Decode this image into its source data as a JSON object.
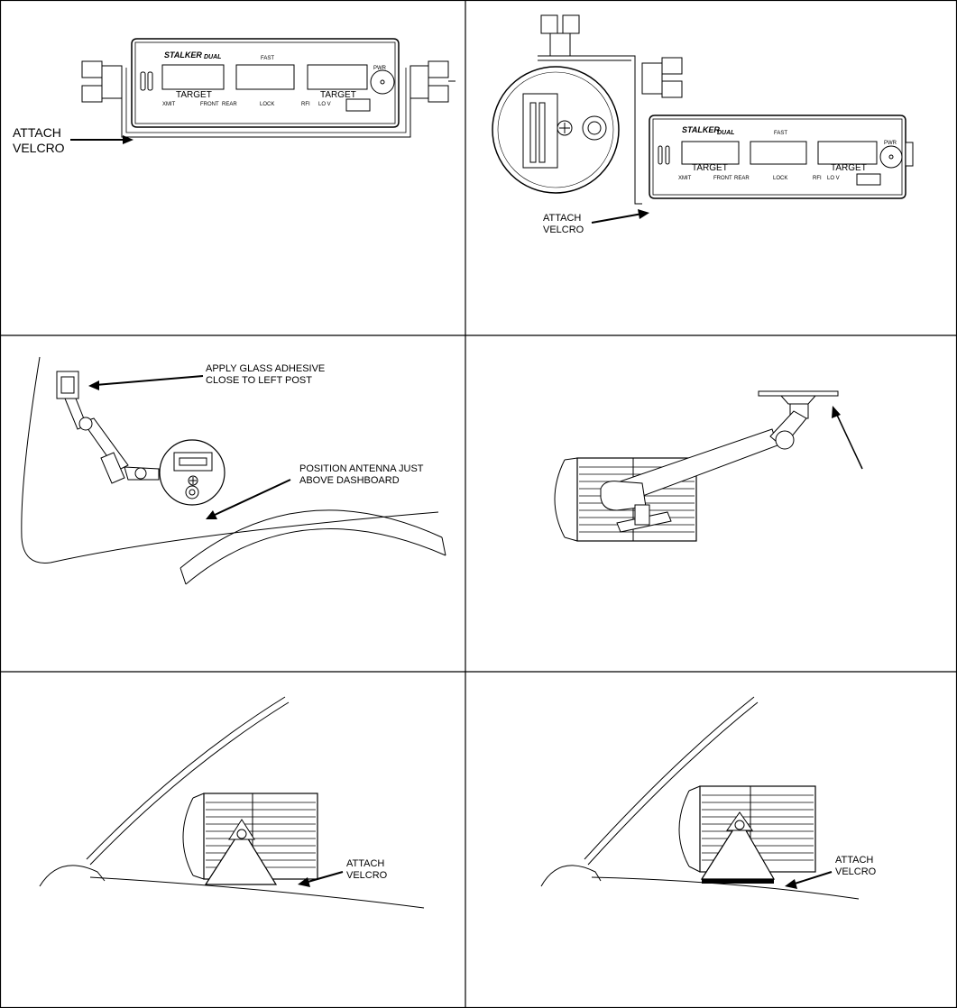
{
  "panel1": {
    "callout": [
      "ATTACH",
      "VELCRO"
    ],
    "device": {
      "brand": "STALKER",
      "model": "DUAL",
      "fast": "FAST",
      "target_left": "TARGET",
      "target_right": "TARGET",
      "pwr": "PWR",
      "xmit": "XMIT",
      "front": "FRONT",
      "rear": "REAR",
      "lock": "LOCK",
      "rfi": "RFI",
      "lov": "LO V"
    }
  },
  "panel2": {
    "callout": [
      "ATTACH",
      "VELCRO"
    ],
    "device": {
      "brand": "STALKER",
      "model": "DUAL",
      "fast": "FAST",
      "target_left": "TARGET",
      "target_right": "TARGET",
      "pwr": "PWR",
      "xmit": "XMIT",
      "front": "FRONT",
      "rear": "REAR",
      "lock": "LOCK",
      "rfi": "RFI",
      "lov": "LO V"
    }
  },
  "panel3": {
    "callout_adhesive": [
      "APPLY GLASS ADHESIVE",
      "CLOSE TO LEFT POST"
    ],
    "callout_position": [
      "POSITION ANTENNA JUST",
      "ABOVE DASHBOARD"
    ]
  },
  "panel5": {
    "callout": [
      "ATTACH",
      "VELCRO"
    ]
  },
  "panel6": {
    "callout": [
      "ATTACH",
      "VELCRO"
    ]
  }
}
